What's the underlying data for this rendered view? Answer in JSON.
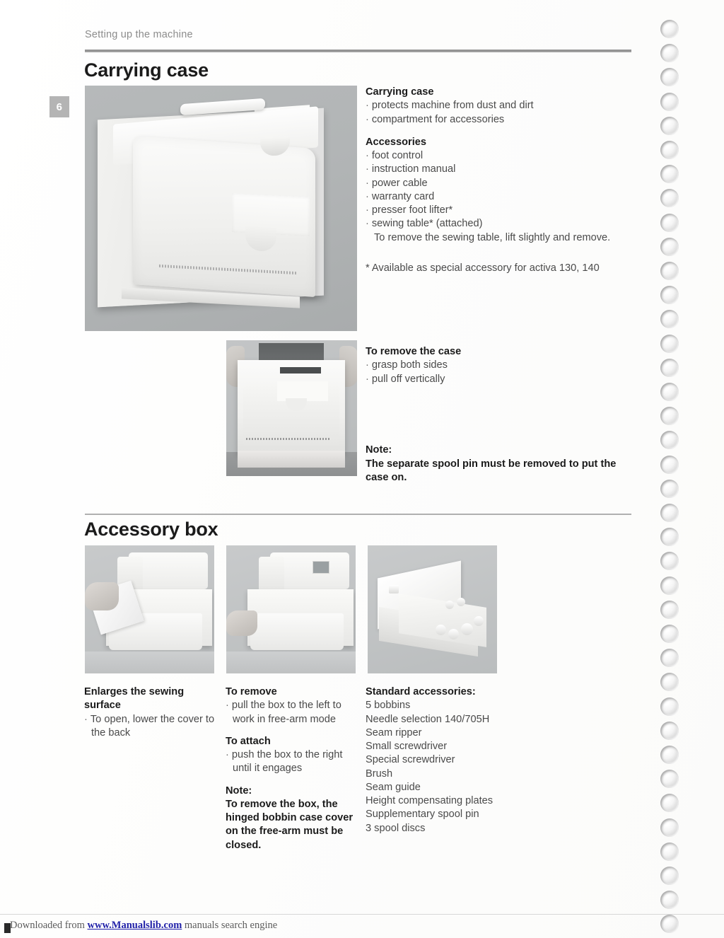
{
  "page": {
    "running_head": "Setting up the machine",
    "page_number": "6"
  },
  "sections": [
    {
      "title": "Carrying case",
      "blocks": [
        {
          "heading": "Carrying case",
          "items": [
            "protects machine from dust and dirt",
            "compartment for accessories"
          ]
        },
        {
          "heading": "Accessories",
          "items": [
            "foot control",
            "instruction manual",
            "power cable",
            "warranty card",
            "presser foot lifter*",
            "sewing table* (attached)"
          ],
          "continuation": "To remove the sewing table, lift slightly and remove."
        }
      ],
      "footnote": "* Available as special accessory for activa 130, 140",
      "remove_block": {
        "heading": "To remove the case",
        "items": [
          "grasp both sides",
          "pull off vertically"
        ]
      },
      "note": {
        "label": "Note:",
        "text": "The separate spool pin must be removed to put the case on."
      }
    },
    {
      "title": "Accessory box",
      "columns": [
        {
          "heading_line1": "Enlarges the sewing",
          "heading_line2": "surface",
          "items": [
            "To open, lower the cover to the back"
          ]
        },
        {
          "blocks": [
            {
              "heading": "To remove",
              "items": [
                "pull the box to the left to work in free-arm mode"
              ]
            },
            {
              "heading": "To attach",
              "items": [
                "push the box to the right until it engages"
              ]
            }
          ],
          "note": {
            "label": "Note:",
            "text": "To remove the box, the hinged bobbin case cover on the free-arm must be closed."
          }
        },
        {
          "heading": "Standard accessories:",
          "items": [
            "5 bobbins",
            "Needle selection 140/705H",
            "Seam ripper",
            "Small screwdriver",
            "Special screwdriver",
            "Brush",
            "Seam guide",
            "Height compensating plates",
            "Supplementary spool pin",
            "3 spool discs"
          ]
        }
      ]
    }
  ],
  "footer": {
    "prefix": "Downloaded from ",
    "link": "www.Manualslib.com",
    "suffix": " manuals search engine"
  },
  "colors": {
    "rule_top": "#9a9a9a",
    "rule_mid": "#b0b0b0",
    "page_tab": "#b4b4b4",
    "heading": "#1b1b1b",
    "body": "#4a4a4a",
    "running_head": "#8c8c8c",
    "link": "#1f1fa8",
    "photo_bg": "#b9bcbd"
  }
}
